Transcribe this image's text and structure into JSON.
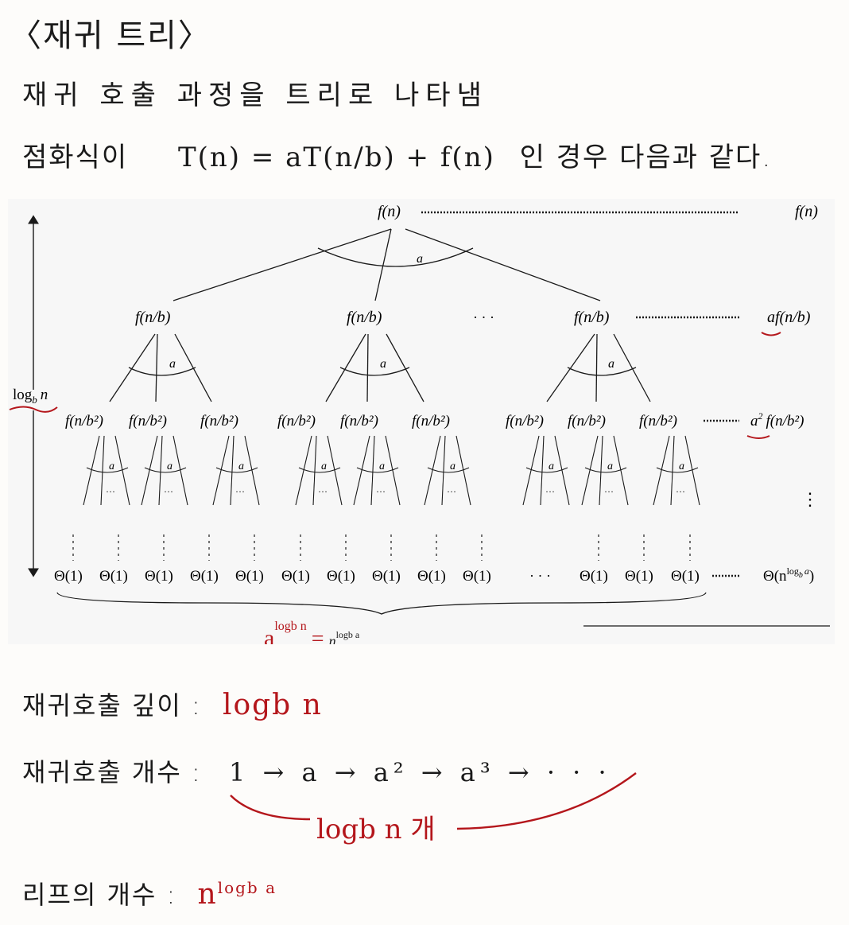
{
  "title": "〈재귀 트리〉",
  "line1": "재귀 호출 과정을 트리로 나타냄",
  "line2_prefix": "점화식이",
  "line2_formula": "T(n) = aT(n/b) + f(n)",
  "line2_suffix": "인 경우 다음과 같다.",
  "tree": {
    "root": "f(n)",
    "level1_node": "f(n/b)",
    "level2_node": "f(n/b²)",
    "branch": "a",
    "leaf": "Θ(1)",
    "ellipsis": "· · ·",
    "height": "log",
    "height_sub": "b",
    "height_n": "n",
    "sum_root": "f(n)",
    "sum_l1": "af(n/b)",
    "sum_l2_a": "a",
    "sum_l2_exp": "2",
    "sum_l2_rest": "f(n/b²)",
    "sum_leaf_a": "Θ(n",
    "sum_leaf_exp": "log",
    "sum_leaf_exp_sub": "b",
    "sum_leaf_exp_a": "a",
    "sum_leaf_close": ")"
  },
  "annot": {
    "count_base": "a",
    "count_exp": "logb n",
    "equals": "=",
    "count_rhs_base": "n",
    "count_rhs_exp": "logb a"
  },
  "depth_label": "재귀호출 깊이 :",
  "depth_value": "logb n",
  "calls_label": "재귀호출 개수 :",
  "calls_seq": "1 → a → a² → a³ → · · ·",
  "calls_count": "logb n 개",
  "leaves_label": "리프의 개수 :",
  "leaves_base": "n",
  "leaves_exp": "logb a",
  "colors": {
    "ink": "#1a1a1a",
    "red": "#b4161b",
    "panel": "#f7f7f7"
  }
}
